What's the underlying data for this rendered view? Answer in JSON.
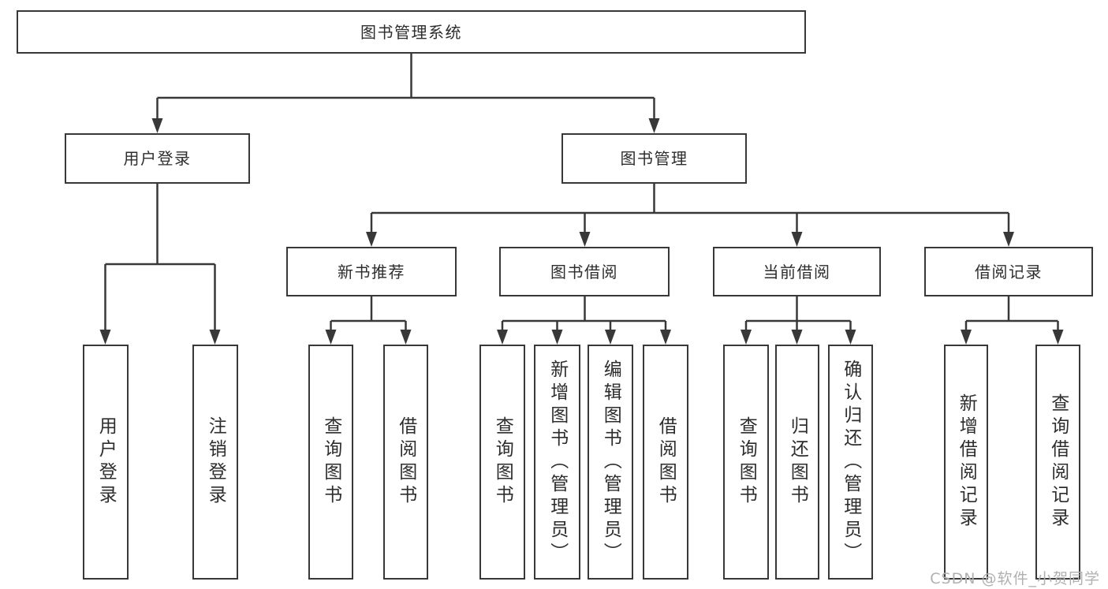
{
  "colors": {
    "background": "#ffffff",
    "line": "#383838",
    "text": "#2d2d2d",
    "watermark": "#b0b0b0"
  },
  "watermark": {
    "text": "CSDN @软件_小贺同学"
  },
  "tree": {
    "root": {
      "label": "图书管理系统"
    },
    "branches": [
      {
        "label": "用户登录",
        "children": [
          {
            "label": "用户登录"
          },
          {
            "label": "注销登录"
          }
        ]
      },
      {
        "label": "图书管理",
        "children": [
          {
            "label": "新书推荐",
            "children": [
              {
                "label": "查询图书"
              },
              {
                "label": "借阅图书"
              }
            ]
          },
          {
            "label": "图书借阅",
            "children": [
              {
                "label": "查询图书"
              },
              {
                "label": "新增图书（管理员）"
              },
              {
                "label": "编辑图书（管理员）"
              },
              {
                "label": "借阅图书"
              }
            ]
          },
          {
            "label": "当前借阅",
            "children": [
              {
                "label": "查询图书"
              },
              {
                "label": "归还图书"
              },
              {
                "label": "确认归还（管理员）"
              }
            ]
          },
          {
            "label": "借阅记录",
            "children": [
              {
                "label": "新增借阅记录"
              },
              {
                "label": "查询借阅记录"
              }
            ]
          }
        ]
      }
    ]
  }
}
